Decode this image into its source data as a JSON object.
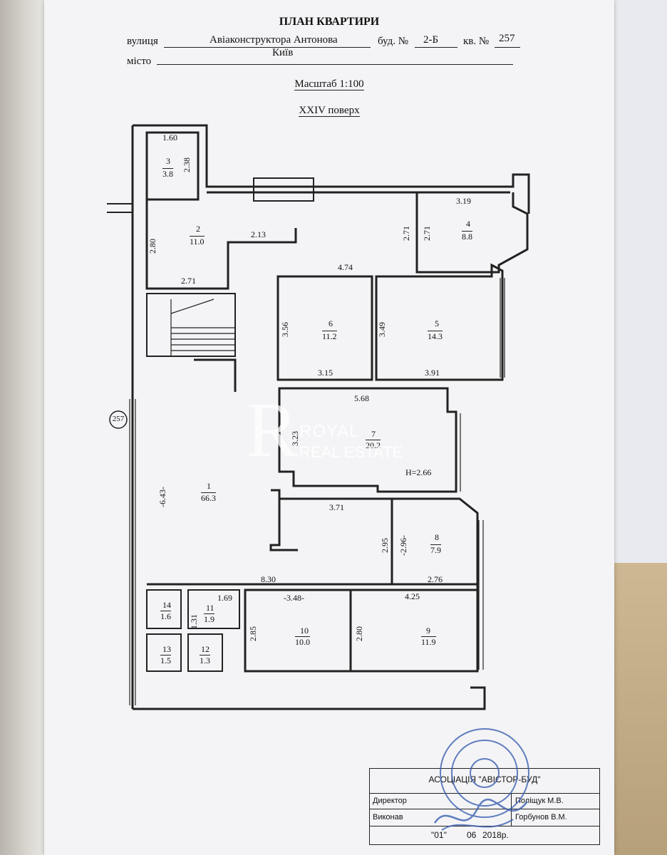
{
  "document": {
    "title": "ПЛАН КВАРТИРИ",
    "street_label": "вулиця",
    "street_value": "Авіаконструктора Антонова",
    "building_label": "буд. №",
    "building_value": "2-Б",
    "apartment_label": "кв. №",
    "apartment_value": "257",
    "city_label": "місто",
    "city_value": "Київ",
    "scale": "Масштаб 1:100",
    "floor": "XXIV поверх",
    "apartment_marker": "257"
  },
  "plan": {
    "rooms": [
      {
        "id": "1",
        "num": "1",
        "area": "66.3"
      },
      {
        "id": "2",
        "num": "2",
        "area": "11.0"
      },
      {
        "id": "3",
        "num": "3",
        "area": "3.8"
      },
      {
        "id": "4",
        "num": "4",
        "area": "8.8"
      },
      {
        "id": "5",
        "num": "5",
        "area": "14.3"
      },
      {
        "id": "6",
        "num": "6",
        "area": "11.2"
      },
      {
        "id": "7",
        "num": "7",
        "area": "20.2"
      },
      {
        "id": "8",
        "num": "8",
        "area": "7.9"
      },
      {
        "id": "9",
        "num": "9",
        "area": "11.9"
      },
      {
        "id": "10",
        "num": "10",
        "area": "10.0"
      },
      {
        "id": "11",
        "num": "11",
        "area": "1.9"
      },
      {
        "id": "12",
        "num": "12",
        "area": "1.3"
      },
      {
        "id": "13",
        "num": "13",
        "area": "1.5"
      },
      {
        "id": "14",
        "num": "14",
        "area": "1.6"
      }
    ],
    "dimensions": [
      "1.60",
      "2.38",
      "2.80",
      "2.13",
      "2.71",
      "2.71",
      "2.71",
      "3.19",
      "4.74",
      "3.56",
      "3.49",
      "3.15",
      "3.91",
      "5.68",
      "3.23",
      "H=2.66",
      "-6.43-",
      "3.71",
      "2.95",
      "-2.96-",
      "2.76",
      "8.30",
      "1.69",
      "-3.48-",
      "4.25",
      "1.31",
      "2.85",
      "2.80"
    ]
  },
  "watermark": {
    "brand_line1": "ROYAL",
    "brand_line2": "REAL ESTATE",
    "logo_letter": "R"
  },
  "stamp_table": {
    "org": "АСОЦІАЦІЯ \"АВІСТОР-БУД\"",
    "director_label": "Директор",
    "director_name": "Поліщук М.В.",
    "executor_label": "Виконав",
    "executor_name": "Горбунов В.М.",
    "date_day": "\"01\"",
    "date_month": "06",
    "date_year": "2018р."
  },
  "colors": {
    "ink": "#222222",
    "paper": "#f4f4f6",
    "stamp_blue": "#3a5fb0"
  }
}
